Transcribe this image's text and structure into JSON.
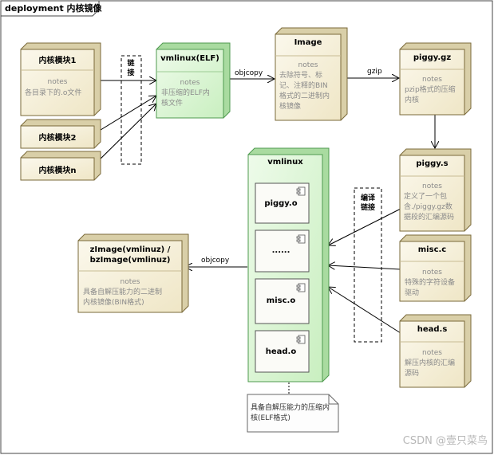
{
  "frame": {
    "title": "deployment 内核镜像"
  },
  "notes_label": "notes",
  "modules": [
    {
      "label": "内核模块1",
      "body": [
        "各目录下的.o文件"
      ]
    },
    {
      "label": "内核模块2"
    },
    {
      "label": "内核模块n"
    }
  ],
  "link_box": {
    "label": [
      "链",
      "接"
    ]
  },
  "vmlinux_elf": {
    "label": "vmlinux(ELF)",
    "body": [
      "非压缩的ELF内",
      "核文件"
    ]
  },
  "image": {
    "label": "Image",
    "body": [
      "去除符号、标",
      "记、注释的BIN",
      "格式的二进制内",
      "核镜像"
    ]
  },
  "piggy_gz": {
    "label": "piggy.gz",
    "body": [
      "pzip格式的压缩",
      "内核"
    ]
  },
  "piggy_s": {
    "label": "piggy.s",
    "body": [
      "定义了一个包",
      "含./piggy.gz数",
      "据段的汇编源码"
    ]
  },
  "misc_c": {
    "label": "misc.c",
    "body": [
      "特殊的字符设备",
      "驱动"
    ]
  },
  "head_s": {
    "label": "head.s",
    "body": [
      "解压内核的汇编",
      "源码"
    ]
  },
  "compile_box": {
    "label": [
      "编译",
      "链接"
    ]
  },
  "vmlinux_main": {
    "label": "vmlinux",
    "components": [
      "piggy.o",
      "......",
      "misc.o",
      "head.o"
    ]
  },
  "zimage": {
    "label": [
      "zImage(vmlinuz) /",
      "bzImage(vmlinuz)"
    ],
    "body": [
      "具备自解压能力的二进制",
      "内核镜像(BIN格式)"
    ]
  },
  "bottom_note": {
    "body": [
      "具备自解压能力的压缩内",
      "核(ELF格式)"
    ]
  },
  "edges": {
    "objcopy1": "objcopy",
    "gzip": "gzip",
    "objcopy2": "objcopy"
  },
  "watermark": "CSDN @壹只菜鸟",
  "colors": {
    "node_fill": "#f7f1dc",
    "node_edge": "#8a7a4a",
    "green_fill": "#dbf5d4",
    "green_edge": "#4f9a4f"
  }
}
